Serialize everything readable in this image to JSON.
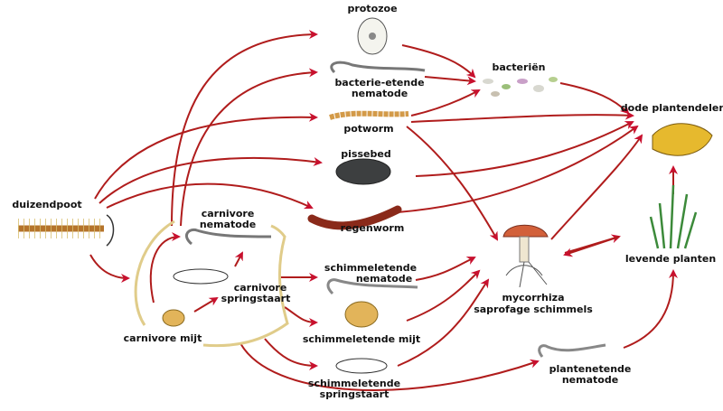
{
  "colors": {
    "arrow": "#b01c1c",
    "bracket": "#e0cc8a",
    "accent_organism": "#e2b45a"
  },
  "labels": {
    "protozoe": "protozoe",
    "bacterien": "bacteriën",
    "bacterie_nematode_1": "bacterie-etende",
    "bacterie_nematode_2": "nematode",
    "potworm": "potworm",
    "dode_plantendelen": "dode plantendelen",
    "pissebed": "pissebed",
    "duizendpoot": "duizendpoot",
    "carnivore_nematode_1": "carnivore",
    "carnivore_nematode_2": "nematode",
    "regenworm": "regenworm",
    "levende_planten": "levende planten",
    "carnivore_springstaart_1": "carnivore",
    "carnivore_springstaart_2": "springstaart",
    "schimmel_nematode_1": "schimmeletende",
    "schimmel_nematode_2": "nematode",
    "mycorrhiza": "mycorrhiza",
    "saprofage": "saprofage schimmels",
    "carnivore_mijt": "carnivore mijt",
    "schimmel_mijt": "schimmeletende mijt",
    "schimmel_springstaart_1": "schimmeletende",
    "schimmel_springstaart_2": "springstaart",
    "planten_nematode_1": "plantenetende",
    "planten_nematode_2": "nematode"
  }
}
